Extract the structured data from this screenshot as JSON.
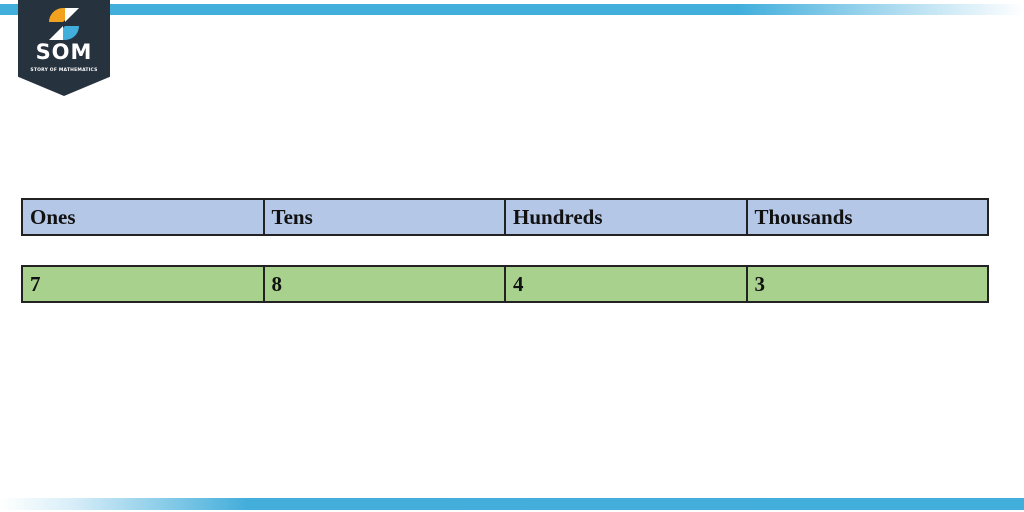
{
  "brand": {
    "logo_text": "SOM",
    "logo_subtitle": "STORY OF MATHEMATICS",
    "colors": {
      "navy": "#27323f",
      "orange": "#f2a21f",
      "blue": "#41aedc",
      "accent_bar": "#41aedc"
    }
  },
  "place_value_table": {
    "headers": [
      "Ones",
      "Tens",
      "Hundreds",
      "Thousands"
    ],
    "values": [
      "7",
      "8",
      "4",
      "3"
    ],
    "header_color": "#b4c7e7",
    "value_color": "#a9d18e"
  }
}
